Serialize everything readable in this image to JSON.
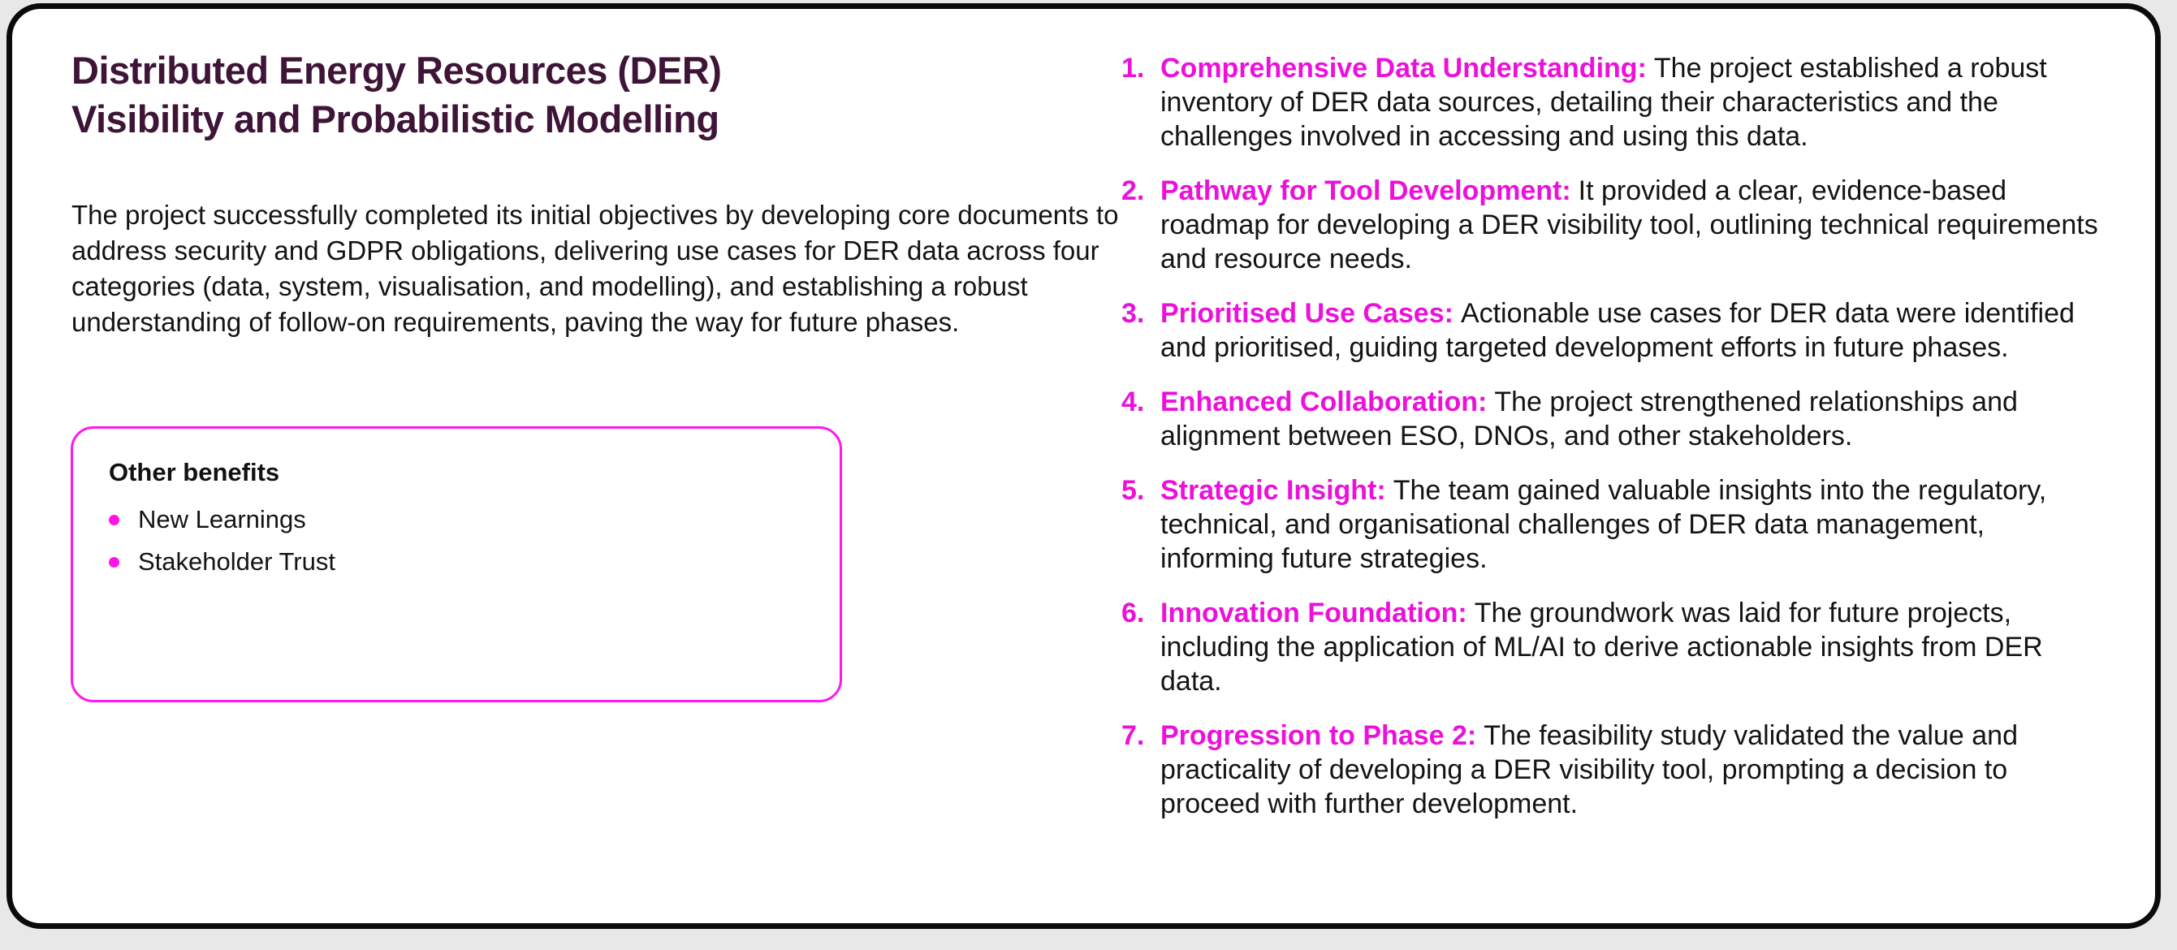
{
  "colors": {
    "page_background": "#e8e8e8",
    "card_background": "#ffffff",
    "card_border": "#0b0b0b",
    "heading": "#3e1437",
    "body_text": "#141414",
    "accent_magenta": "#ec11da",
    "box_border_magenta": "#ff16f0"
  },
  "left": {
    "title_lines": [
      "Distributed Energy Resources (DER)",
      "Visibility and Probabilistic Modelling"
    ],
    "intro": "The project successfully completed its initial objectives by developing core documents to address security and GDPR obligations, delivering use cases for DER data across four categories (data, system, visualisation, and modelling), and establishing a robust understanding of follow-on requirements, paving the way for future phases.",
    "benefits_box": {
      "title": "Other benefits",
      "items": [
        "New Learnings",
        "Stakeholder Trust"
      ]
    }
  },
  "right": {
    "items": [
      {
        "num": "1.",
        "title": "Comprehensive Data Understanding:",
        "text": "The project established a robust inventory of DER data sources, detailing their characteristics and the challenges involved in accessing and using this data."
      },
      {
        "num": "2.",
        "title": "Pathway for Tool Development:",
        "text": "It provided a clear, evidence-based roadmap for developing a DER visibility tool, outlining technical requirements and resource needs."
      },
      {
        "num": "3.",
        "title": "Prioritised Use Cases:",
        "text": "Actionable use cases for DER data were identified and prioritised, guiding targeted development efforts in future phases."
      },
      {
        "num": "4.",
        "title": "Enhanced Collaboration:",
        "text": "The project strengthened relationships and alignment between ESO, DNOs, and other stakeholders."
      },
      {
        "num": "5.",
        "title": "Strategic Insight:",
        "text": "The team gained valuable insights into the regulatory, technical, and organisational challenges of DER data management, informing future strategies."
      },
      {
        "num": "6.",
        "title": "Innovation Foundation:",
        "text": "The groundwork was laid for future projects, including the application of ML/AI to derive actionable insights from DER data."
      },
      {
        "num": "7.",
        "title": "Progression to Phase 2:",
        "text": "The feasibility study validated the value and practicality of developing a DER visibility tool, prompting a decision to proceed with further development."
      }
    ]
  }
}
